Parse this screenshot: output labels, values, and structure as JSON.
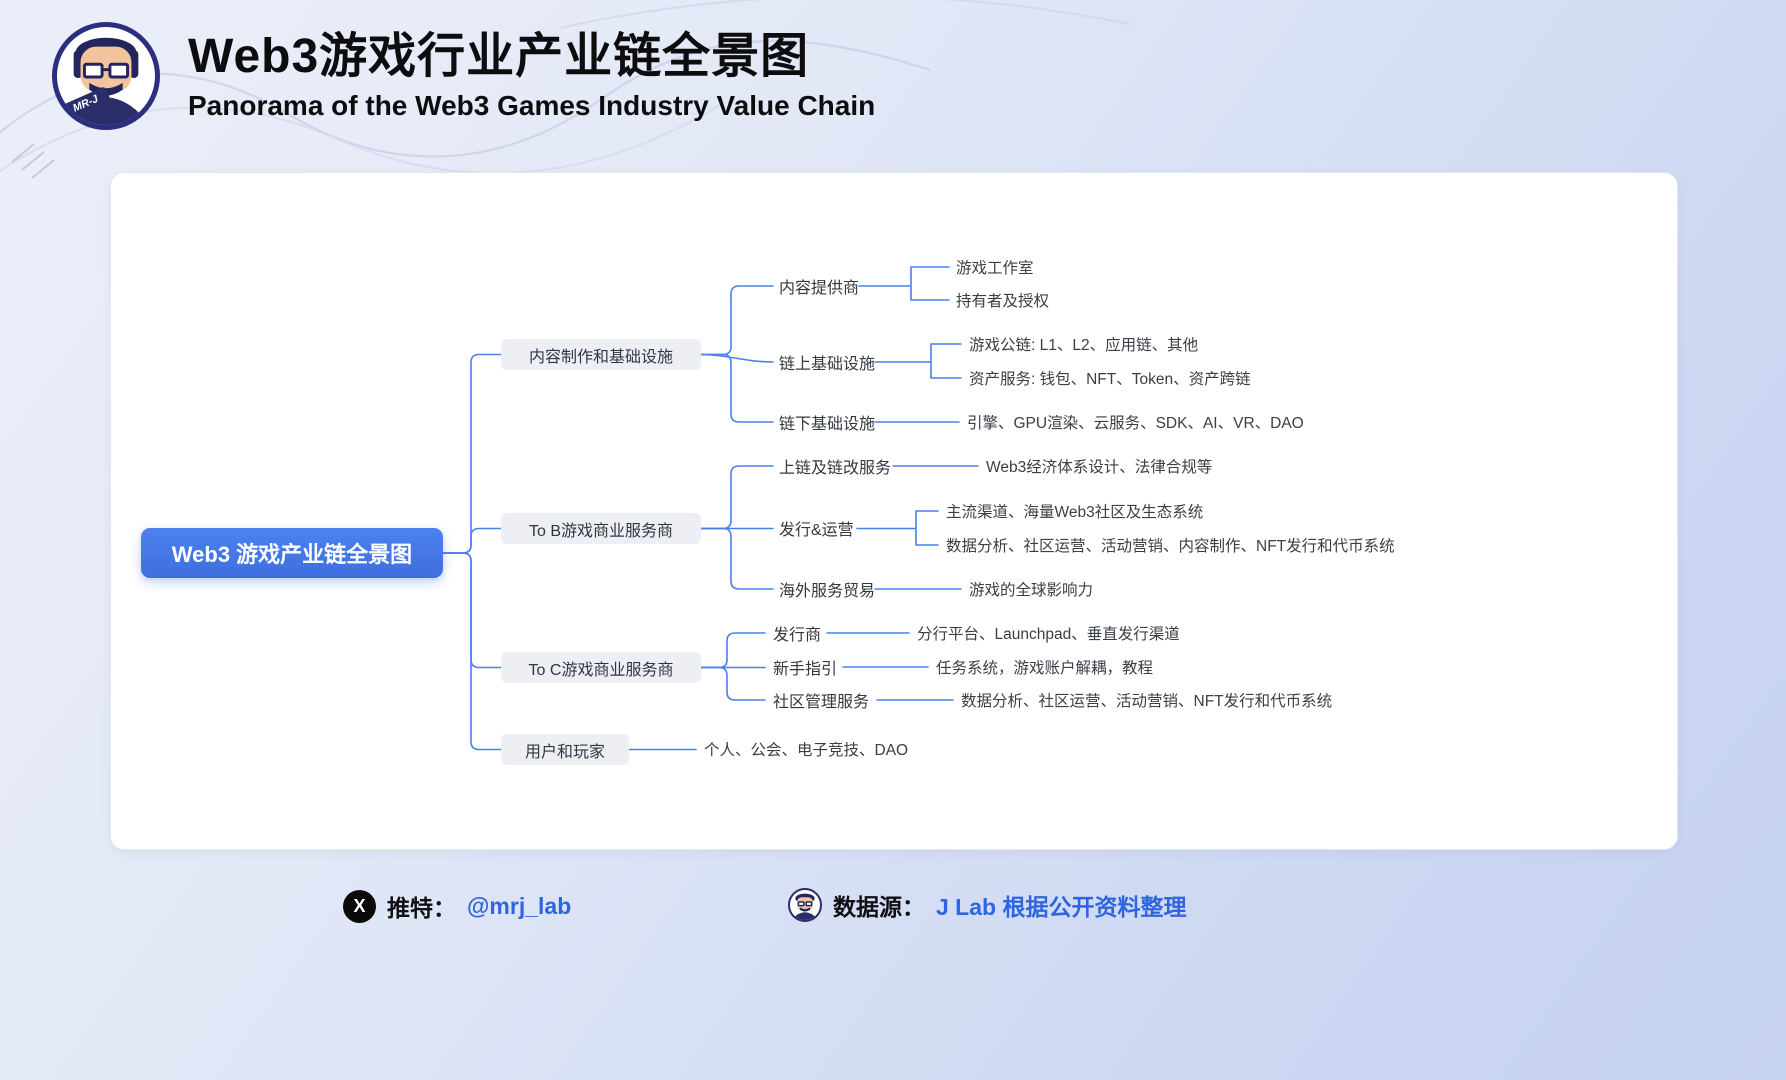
{
  "header": {
    "logo_text": "MR-J",
    "title": "Web3游戏行业产业链全景图",
    "subtitle": "Panorama of the Web3 Games Industry Value Chain"
  },
  "mindmap": {
    "root": "Web3 游戏产业链全景图",
    "branches": [
      {
        "label": "内容制作和基础设施",
        "children": [
          {
            "label": "内容提供商",
            "children": [
              {
                "label": "游戏工作室"
              },
              {
                "label": "持有者及授权"
              }
            ]
          },
          {
            "label": "链上基础设施",
            "children": [
              {
                "label": "游戏公链: L1、L2、应用链、其他"
              },
              {
                "label": "资产服务: 钱包、NFT、Token、资产跨链"
              }
            ]
          },
          {
            "label": "链下基础设施",
            "children": [
              {
                "label": "引擎、GPU渲染、云服务、SDK、AI、VR、DAO"
              }
            ]
          }
        ]
      },
      {
        "label": "To B游戏商业服务商",
        "children": [
          {
            "label": "上链及链改服务",
            "children": [
              {
                "label": "Web3经济体系设计、法律合规等"
              }
            ]
          },
          {
            "label": "发行&运营",
            "children": [
              {
                "label": "主流渠道、海量Web3社区及生态系统"
              },
              {
                "label": "数据分析、社区运营、活动营销、内容制作、NFT发行和代币系统"
              }
            ]
          },
          {
            "label": "海外服务贸易",
            "children": [
              {
                "label": "游戏的全球影响力"
              }
            ]
          }
        ]
      },
      {
        "label": "To C游戏商业服务商",
        "children": [
          {
            "label": "发行商",
            "children": [
              {
                "label": "分行平台、Launchpad、垂直发行渠道"
              }
            ]
          },
          {
            "label": "新手指引",
            "children": [
              {
                "label": "任务系统，游戏账户解耦，教程"
              }
            ]
          },
          {
            "label": "社区管理服务",
            "children": [
              {
                "label": "数据分析、社区运营、活动营销、NFT发行和代币系统"
              }
            ]
          }
        ]
      },
      {
        "label": "用户和玩家",
        "children": [
          {
            "label": "个人、公会、电子竞技、DAO",
            "children": []
          }
        ]
      }
    ]
  },
  "footer": {
    "twitter_label": "推特：",
    "twitter_handle": "@mrj_lab",
    "source_label": "数据源：",
    "source_value": "J Lab 根据公开资料整理"
  },
  "icons": {
    "x_icon": "X"
  },
  "colors": {
    "accent_blue": "#4374e6",
    "connector_blue": "#4a80e8",
    "node_gray": "#edeff4",
    "link_blue": "#2f66df"
  }
}
